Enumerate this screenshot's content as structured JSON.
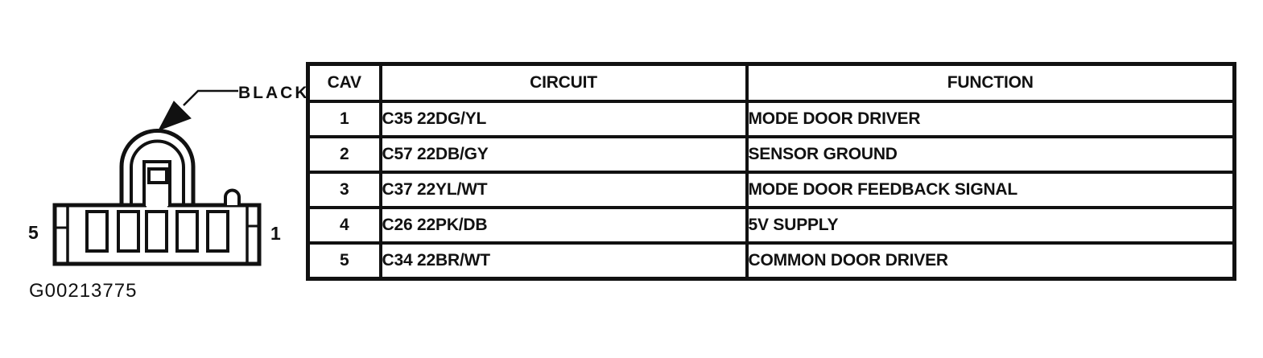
{
  "figure": {
    "code": "G00213775"
  },
  "connector": {
    "color_label": "BLACK",
    "pin_left_label": "5",
    "pin_right_label": "1",
    "pin_count": 5
  },
  "table": {
    "headers": [
      "CAV",
      "CIRCUIT",
      "FUNCTION"
    ],
    "rows": [
      {
        "cav": "1",
        "circuit": "C35 22DG/YL",
        "function": "MODE DOOR DRIVER"
      },
      {
        "cav": "2",
        "circuit": "C57 22DB/GY",
        "function": "SENSOR GROUND"
      },
      {
        "cav": "3",
        "circuit": "C37 22YL/WT",
        "function": "MODE DOOR FEEDBACK SIGNAL"
      },
      {
        "cav": "4",
        "circuit": "C26 22PK/DB",
        "function": "5V SUPPLY"
      },
      {
        "cav": "5",
        "circuit": "C34 22BR/WT",
        "function": "COMMON DOOR DRIVER"
      }
    ]
  },
  "colors": {
    "ink": "#111111",
    "background": "#ffffff"
  }
}
